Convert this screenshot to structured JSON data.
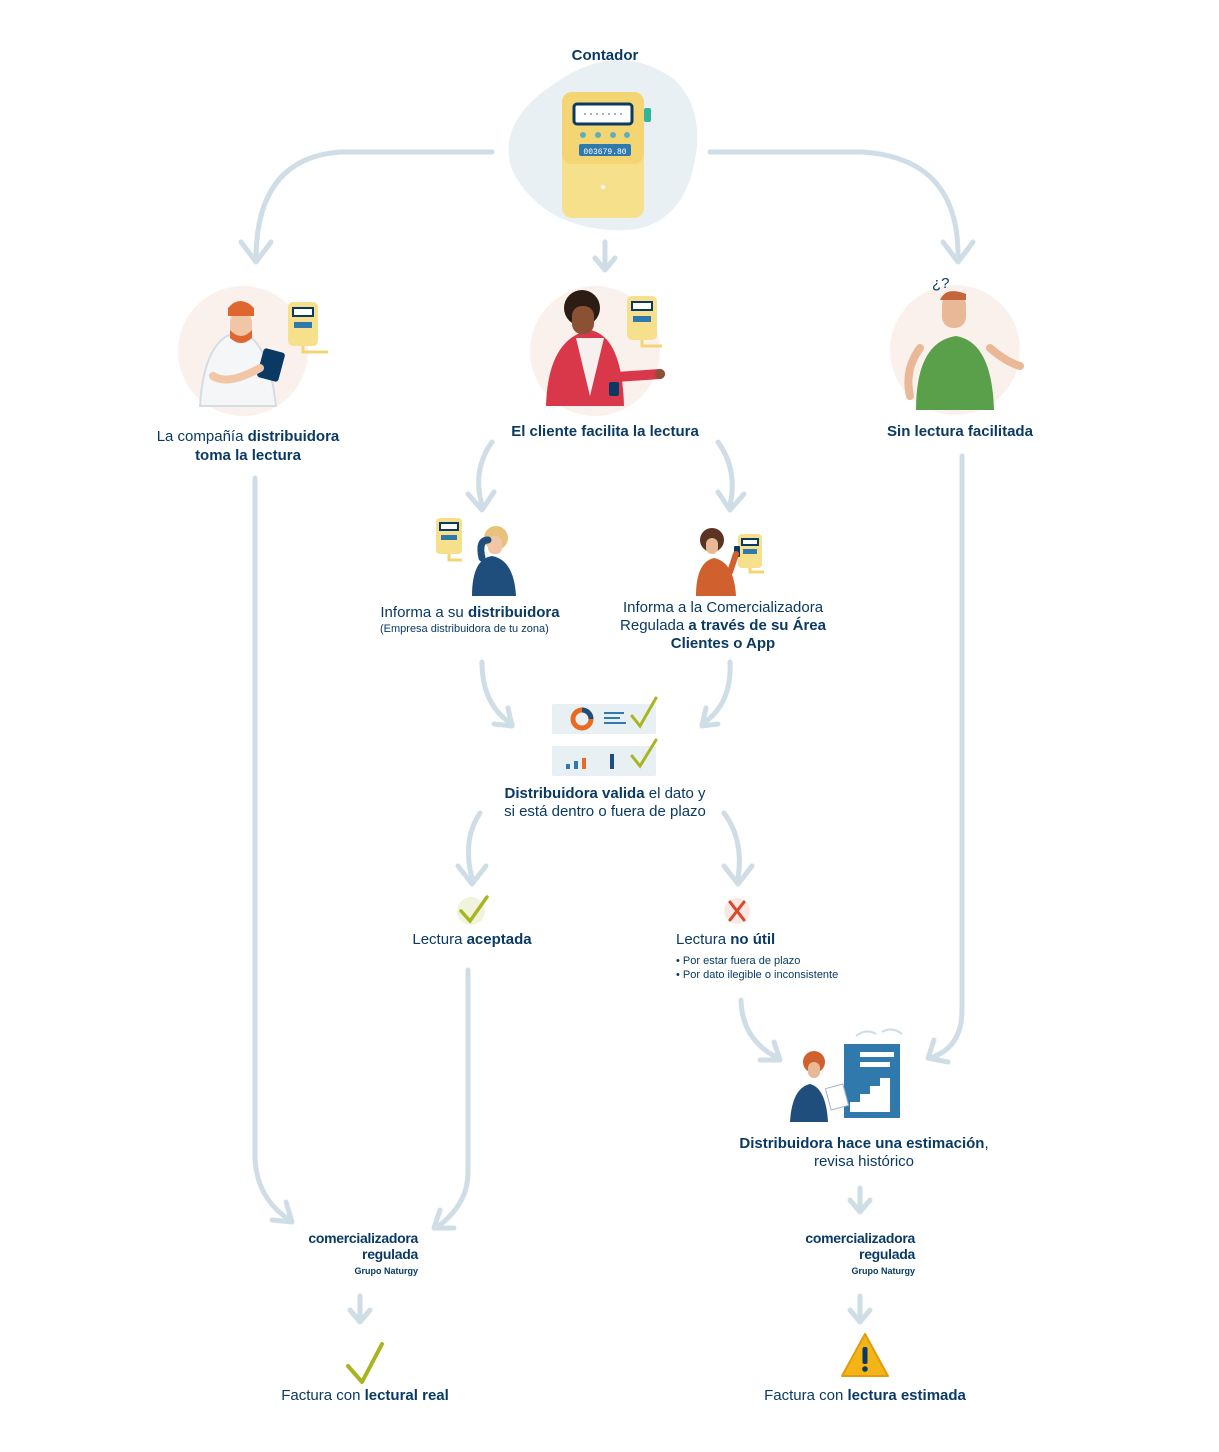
{
  "meter": {
    "title_line1": "Contador",
    "title_line2": "del gas",
    "reading": "003679.80"
  },
  "branches": {
    "distributor": {
      "pre": "La compañía ",
      "bold1": "distribuidora",
      "bold2": "toma la lectura"
    },
    "client": {
      "bold": "El cliente facilita la lectura"
    },
    "none": {
      "bold": "Sin lectura facilitada",
      "mark": "¿?"
    }
  },
  "client_options": {
    "distributor": {
      "pre": "Informa a su ",
      "bold": "distribuidora",
      "note": "(Empresa distribuidora de tu zona)"
    },
    "retailer": {
      "line1": "Informa a la Comercializadora",
      "line2_pre": "Regulada ",
      "line2_bold": "a través de su Área",
      "line3_bold": "Clientes o App"
    }
  },
  "validation": {
    "bold": "Distribuidora valida",
    "rest": " el dato y",
    "line2": "si está dentro o fuera de plazo"
  },
  "accepted": {
    "pre": "Lectura ",
    "bold": "aceptada"
  },
  "not_useful": {
    "pre": "Lectura ",
    "bold": "no útil",
    "reasons": [
      "• Por estar fuera de plazo",
      "• Por dato ilegible o inconsistente"
    ]
  },
  "estimation": {
    "bold": "Distribuidora hace una estimación",
    "rest": ",",
    "line2": "revisa histórico"
  },
  "brand": {
    "line1": "comercializadora",
    "line2": "regulada",
    "line3": "Grupo Naturgy"
  },
  "results": {
    "real": {
      "pre": "Factura con ",
      "bold": "lectural real"
    },
    "estimated": {
      "pre": "Factura con ",
      "bold": "lectura estimada"
    }
  },
  "colors": {
    "text": "#0a3a63",
    "arrow": "#cfdde6",
    "meter": "#f7e08c",
    "check": "#a8b51f",
    "cross": "#d9462a",
    "warning": "#f2b417",
    "blob": "#e8f0f4",
    "skin_bg": "#fbf1ec"
  },
  "icons": [
    "gas-meter-icon",
    "technician-icon",
    "client-phone-icon",
    "shrug-person-icon",
    "phone-call-icon",
    "app-user-icon",
    "validation-cards-icon",
    "check-icon",
    "cross-icon",
    "estimation-chart-icon",
    "warning-icon"
  ]
}
